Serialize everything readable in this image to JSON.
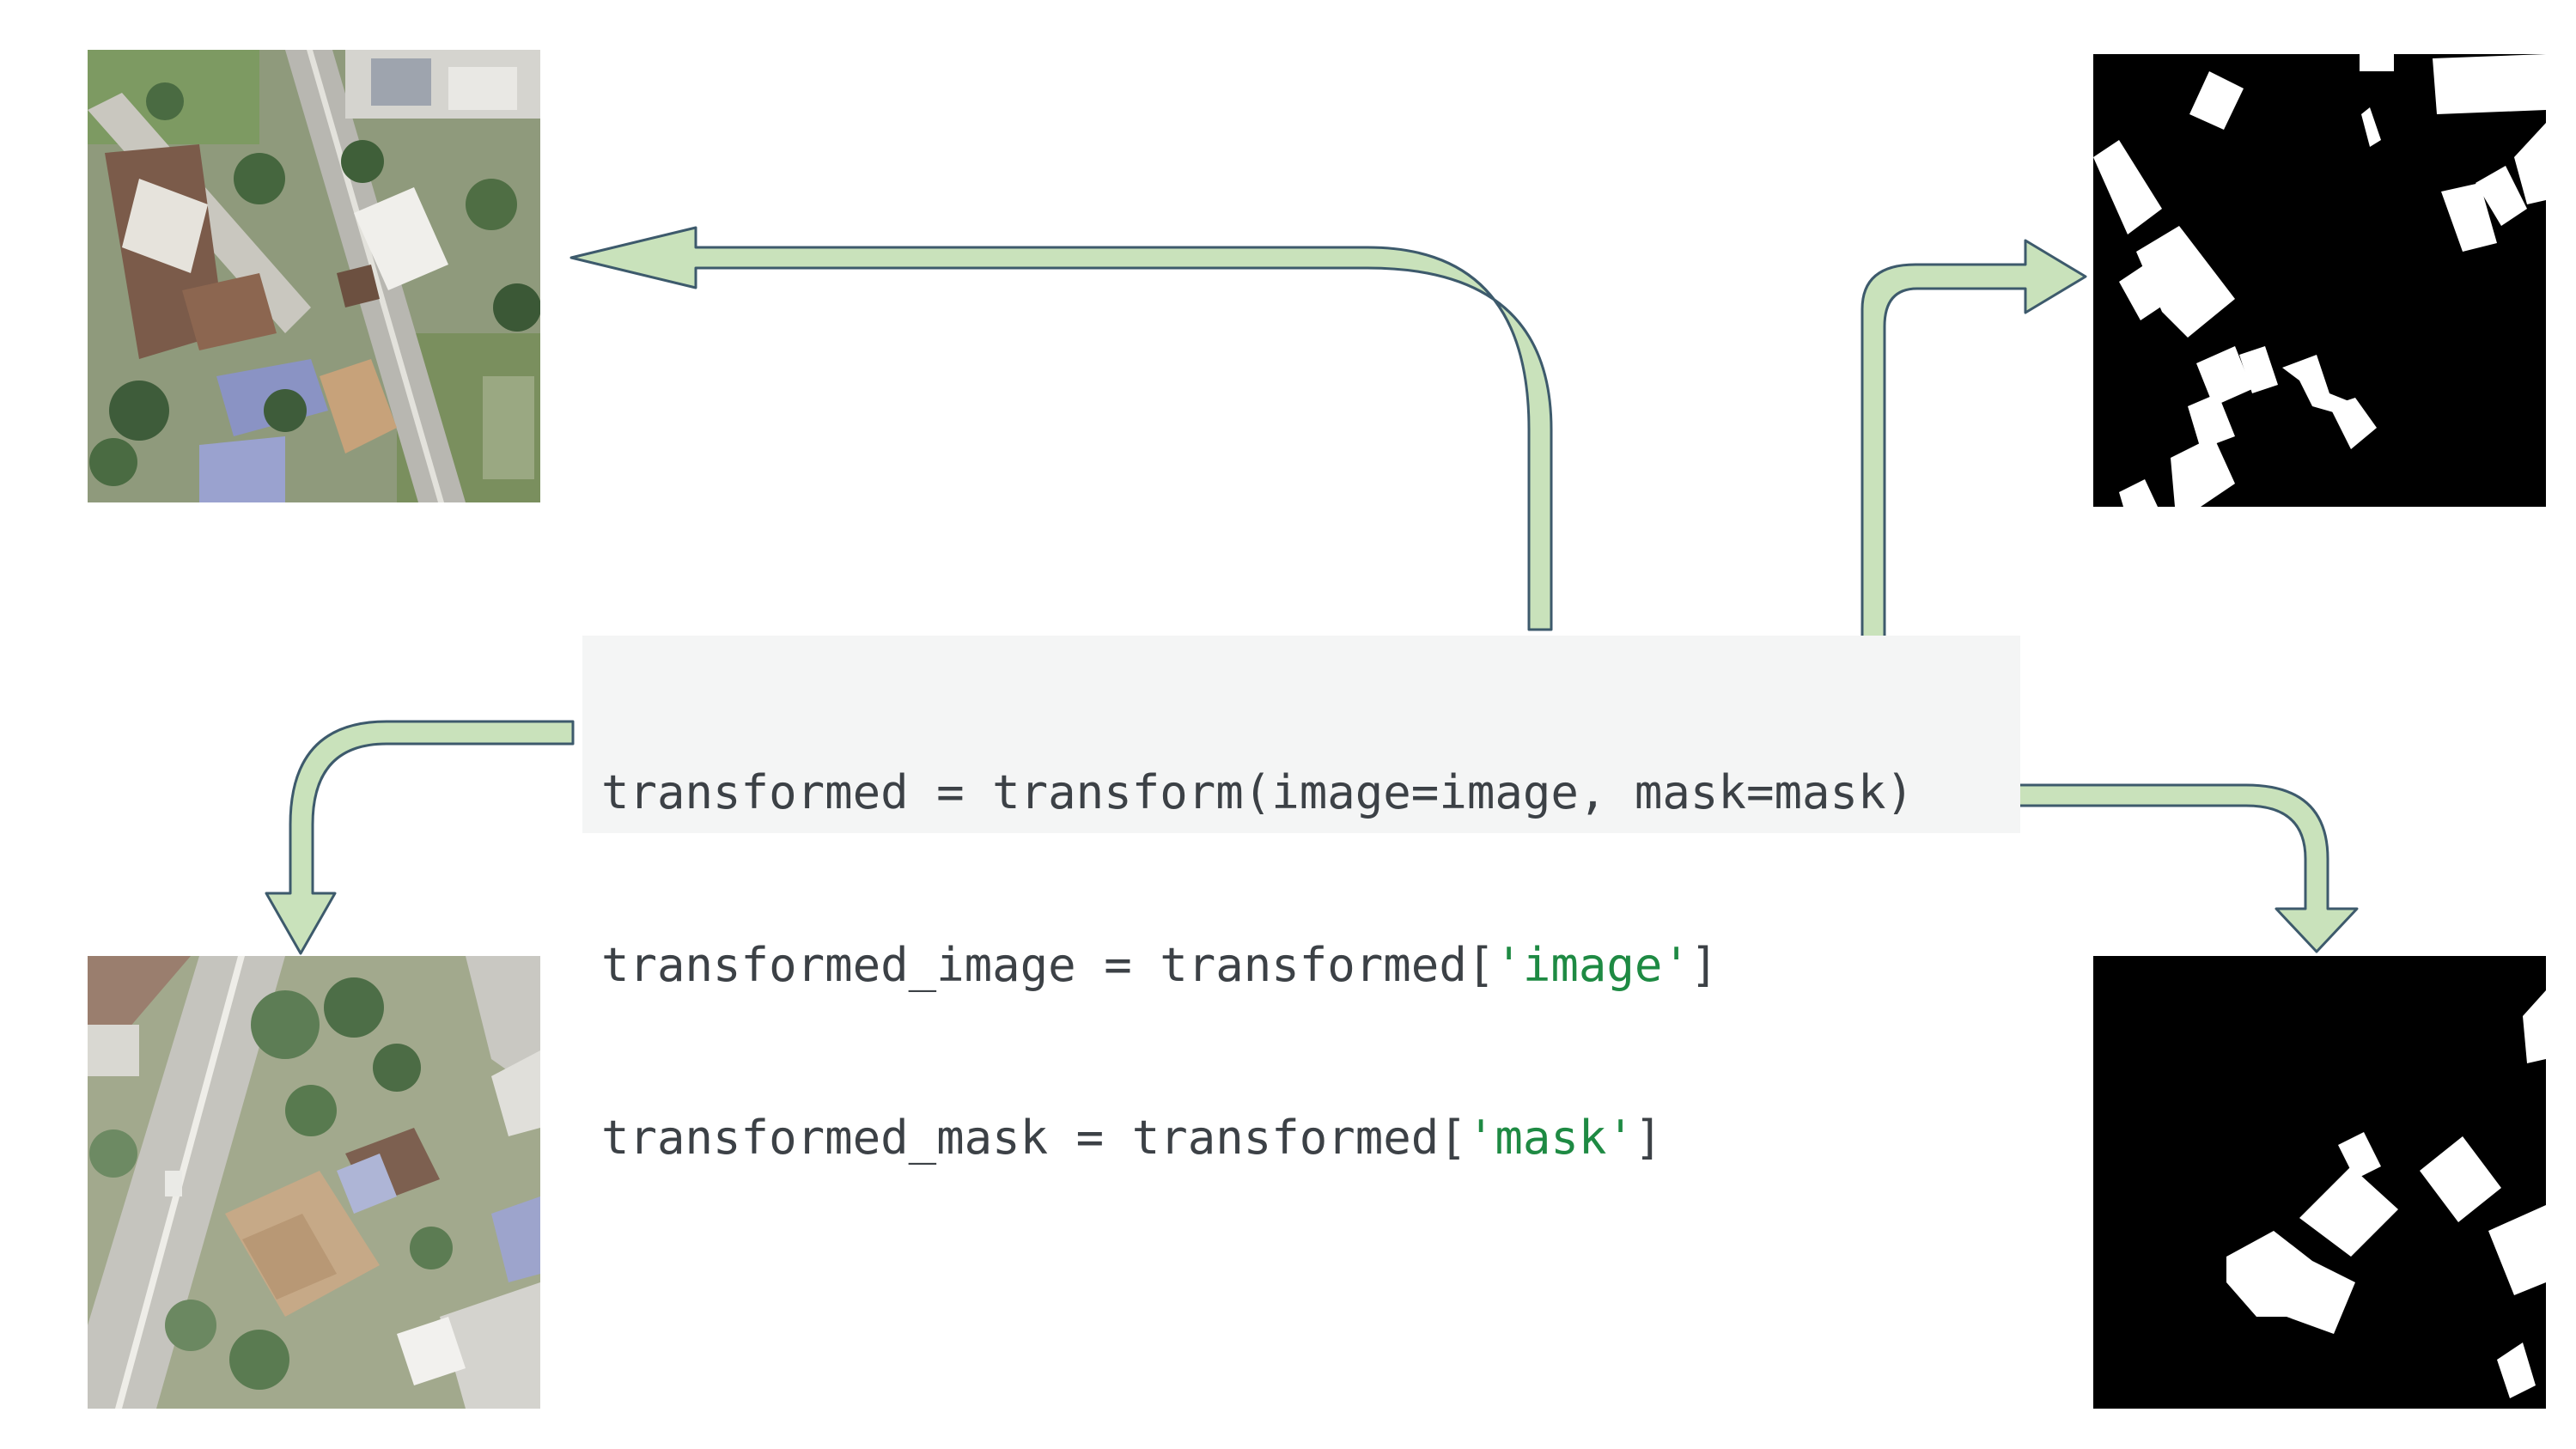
{
  "panels": {
    "original_image": {
      "icon": "aerial-photo"
    },
    "original_mask": {
      "icon": "binary-mask"
    },
    "transformed_image": {
      "icon": "aerial-photo-rotated"
    },
    "transformed_mask": {
      "icon": "binary-mask-rotated"
    }
  },
  "code": {
    "line1": "transformed = transform(image=image, mask=mask)",
    "line2_prefix": "transformed_image = transformed[",
    "line2_string": "'image'",
    "line2_suffix": "]",
    "line3_prefix": "transformed_mask = transformed[",
    "line3_string": "'mask'",
    "line3_suffix": "]"
  },
  "colors": {
    "arrow_fill": "#c9e2bb",
    "arrow_stroke": "#3d5a6c",
    "code_bg": "#f4f5f5",
    "code_text": "#3c4146",
    "code_string": "#1e8a43",
    "mask_bg": "#000000",
    "mask_fg": "#ffffff"
  }
}
